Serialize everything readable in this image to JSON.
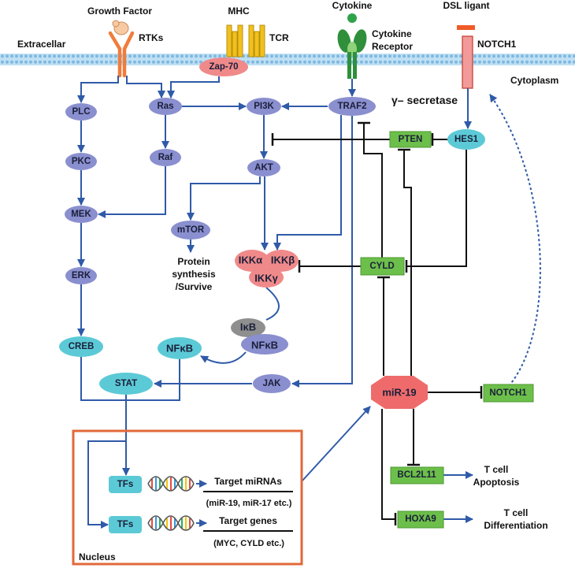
{
  "labels": {
    "extracellar": "Extracellar",
    "cytoplasm": "Cytoplasm",
    "growth_factor": "Growth Factor",
    "rtks": "RTKs",
    "mhc": "MHC",
    "tcr": "TCR",
    "cytokine": "Cytokine",
    "cytokine_receptor": [
      "Cytokine",
      "Receptor"
    ],
    "dsl_ligant": "DSL ligant",
    "notch1_receptor": "NOTCH1",
    "gamma_secretase": "γ– secretase",
    "protein_synthesis": [
      "Protein",
      "synthesis",
      "/Survive"
    ],
    "tcell_apoptosis": [
      "T cell",
      "Apoptosis"
    ],
    "tcell_differentiation": [
      "T cell",
      "Differentiation"
    ],
    "nucleus": "Nucleus",
    "target_mirnas": "Target miRNAs",
    "target_mirnas_examples": "(miR-19, miR-17 etc.)",
    "target_genes": "Target genes",
    "target_genes_examples": "(MYC, CYLD etc.)"
  },
  "nodes": {
    "zap70": "Zap-70",
    "plc": "PLC",
    "ras": "Ras",
    "pi3k": "PI3K",
    "traf2": "TRAF2",
    "pkc": "PKC",
    "raf": "Raf",
    "akt": "AKT",
    "mek": "MEK",
    "mtor": "mTOR",
    "erk": "ERK",
    "creb": "CREB",
    "stat": "STAT",
    "jak": "JAK",
    "hes1": "HES1",
    "pten": "PTEN",
    "cyld": "CYLD",
    "notch1": "NOTCH1",
    "bcl2l11": "BCL2L11",
    "hoxa9": "HOXA9",
    "mir19": "miR-19",
    "ikka": "IKKα",
    "ikkb": "IKKβ",
    "ikkg": "IKKγ",
    "ikb": "IκB",
    "nfkb_complex": "NFκB",
    "nfkb": "NFκB",
    "tfs_1": "TFs",
    "tfs_2": "TFs"
  },
  "colors": {
    "kinase": "#8a8fcf",
    "teal": "#5ccad6",
    "green": "#6cbf4a",
    "pink": "#f08a8a",
    "mir": "#ef6b6b",
    "gray": "#8f8f8f",
    "arrow": "#2f5aa8",
    "inhibit": "#111111",
    "nucleus_border": "#e2693a",
    "membrane": "#bfe0f4",
    "membrane_dot": "#7fb8e0",
    "rtk": "#f07c3c",
    "tcr": "#f2c01e",
    "cytokine_receptor": "#2f8f3a",
    "notch_receptor": "#f29a9a",
    "dsl": "#f05a28"
  },
  "icons": [
    "rtk-receptor-icon",
    "tcr-icon",
    "cytokine-receptor-icon",
    "notch1-receptor-icon",
    "dna-icon"
  ]
}
